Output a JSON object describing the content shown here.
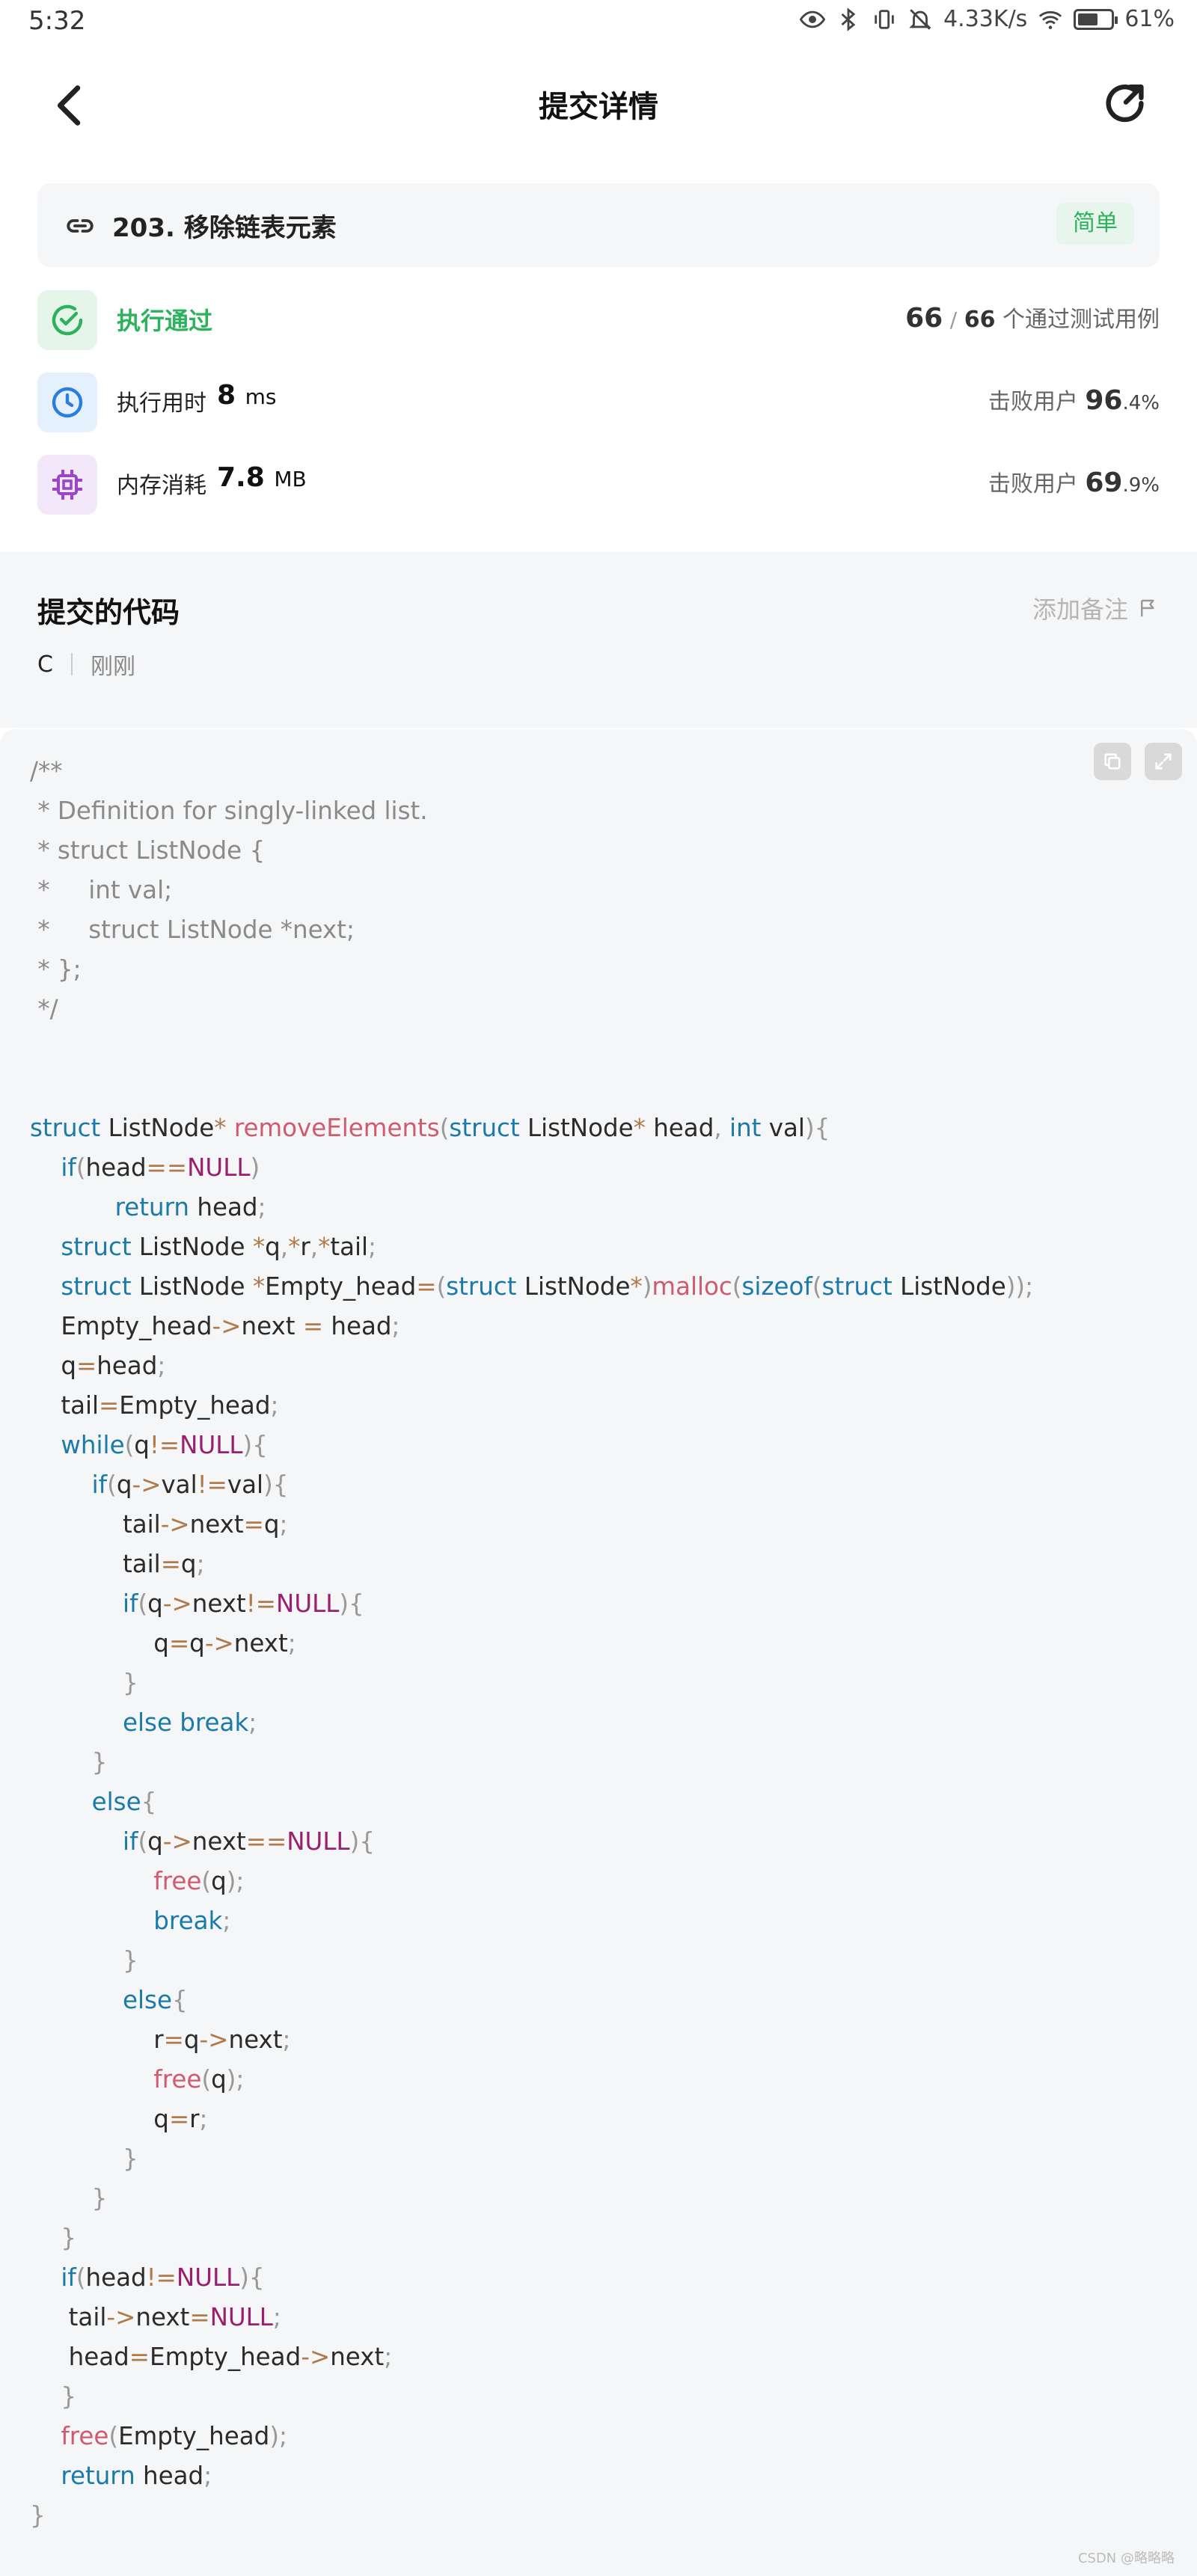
{
  "status_bar": {
    "time": "5:32",
    "net_speed": "4.33K/s",
    "battery": "61%",
    "battery_level": 0.61
  },
  "nav": {
    "title": "提交详情"
  },
  "problem": {
    "title": "203. 移除链表元素",
    "difficulty": "简单"
  },
  "result": {
    "status": "执行通过",
    "passed": "66",
    "slash": "/",
    "total": "66",
    "cases_text": "个通过测试用例",
    "runtime_label": "执行用时",
    "runtime_value": "8",
    "runtime_unit": "ms",
    "runtime_beat_label": "击败用户",
    "runtime_beat_int": "96",
    "runtime_beat_dec": ".4%",
    "memory_label": "内存消耗",
    "memory_value": "7.8",
    "memory_unit": "MB",
    "memory_beat_label": "击败用户",
    "memory_beat_int": "69",
    "memory_beat_dec": ".9%"
  },
  "code_section": {
    "heading": "提交的代码",
    "add_note": "添加备注",
    "language": "C",
    "submit_time": "刚刚"
  },
  "code_lines": [
    "/**",
    " * Definition for singly-linked list.",
    " * struct ListNode {",
    " *     int val;",
    " *     struct ListNode *next;",
    " * };",
    " */",
    "",
    "",
    "struct ListNode* removeElements(struct ListNode* head, int val){",
    "    if(head==NULL)",
    "           return head;",
    "    struct ListNode *q,*r,*tail;",
    "    struct ListNode *Empty_head=(struct ListNode*)malloc(sizeof(struct ListNode));",
    "    Empty_head->next = head;",
    "    q=head;",
    "    tail=Empty_head;",
    "    while(q!=NULL){",
    "        if(q->val!=val){",
    "            tail->next=q;",
    "            tail=q;",
    "            if(q->next!=NULL){",
    "                q=q->next;",
    "            }",
    "            else break;",
    "        }",
    "        else{",
    "            if(q->next==NULL){",
    "                free(q);",
    "                break;",
    "            }",
    "            else{",
    "                r=q->next;",
    "                free(q);",
    "                q=r;",
    "            }",
    "        }",
    "    }",
    "    if(head!=NULL){",
    "     tail->next=NULL;",
    "     head=Empty_head->next;",
    "    }",
    "    free(Empty_head);",
    "    return head;",
    "}"
  ],
  "watermark": "CSDN @略略略",
  "colors": {
    "accent_green": "#2bb25a",
    "keyword": "#1b7aa8",
    "function": "#d05a6e",
    "null_literal": "#9a1f6e",
    "comment": "#8a8a8a"
  }
}
